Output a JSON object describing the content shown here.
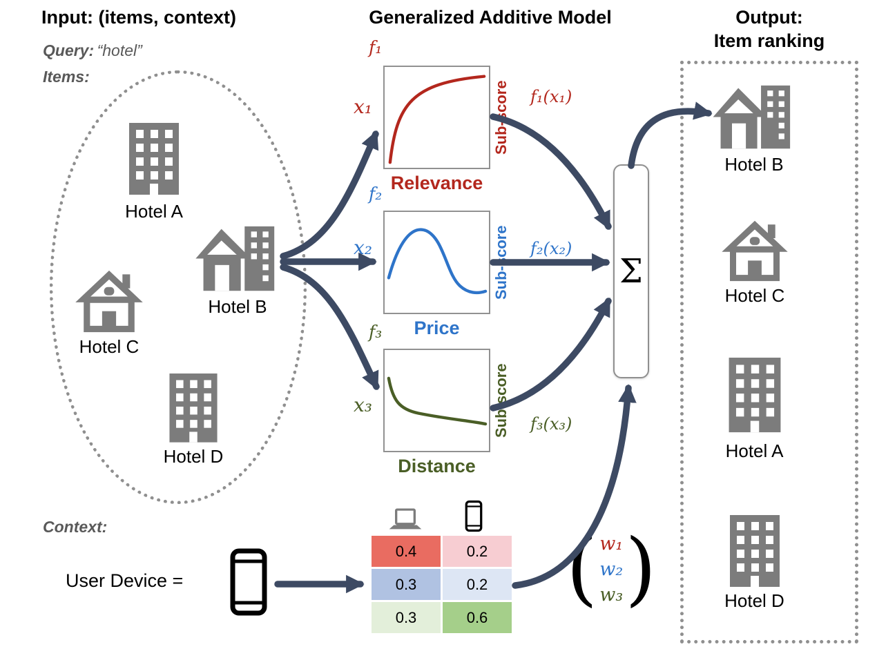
{
  "header": {
    "input_title": "Input: (items, context)",
    "model_title": "Generalized Additive Model",
    "output_title": "Output:",
    "output_subtitle": "Item ranking"
  },
  "input": {
    "query_label": "Query:",
    "query_value": "“hotel”",
    "items_label": "Items:",
    "hotels": [
      {
        "name": "Hotel A",
        "icon": "building-icon"
      },
      {
        "name": "Hotel B",
        "icon": "house-building-icon"
      },
      {
        "name": "Hotel C",
        "icon": "house-icon"
      },
      {
        "name": "Hotel D",
        "icon": "building-icon"
      }
    ]
  },
  "model": {
    "functions": [
      {
        "f_label": "f₁",
        "input_label": "x₁",
        "output_label": "f₁(x₁)",
        "axis_label": "Sub-score",
        "feature": "Relevance",
        "curve_shape": "increasing-concave",
        "color": "#b3271d"
      },
      {
        "f_label": "f₂",
        "input_label": "x₂",
        "output_label": "f₂(x₂)",
        "axis_label": "Sub-score",
        "feature": "Price",
        "curve_shape": "bell-peak-then-decline",
        "color": "#2e74c9"
      },
      {
        "f_label": "f₃",
        "input_label": "x₃",
        "output_label": "f₃(x₃)",
        "axis_label": "Sub-score",
        "feature": "Distance",
        "curve_shape": "decreasing-convex",
        "color": "#4a5e26"
      }
    ],
    "sum_label": "Σ"
  },
  "context": {
    "section_label": "Context:",
    "device_label": "User Device =",
    "weight_table": {
      "column_icons": [
        "laptop-icon",
        "phone-icon"
      ],
      "rows": [
        [
          "0.4",
          "0.2"
        ],
        [
          "0.3",
          "0.2"
        ],
        [
          "0.3",
          "0.6"
        ]
      ],
      "cell_colors": [
        [
          "#e96c61",
          "#f7cdd2"
        ],
        [
          "#b0c2e2",
          "#dde6f4"
        ],
        [
          "#e3efda",
          "#a5cf8a"
        ]
      ]
    },
    "paren_open": "(",
    "paren_close": ")",
    "weights": [
      "w₁",
      "w₂",
      "w₃"
    ]
  },
  "output": {
    "ranking": [
      {
        "name": "Hotel B",
        "icon": "house-building-icon"
      },
      {
        "name": "Hotel C",
        "icon": "house-icon"
      },
      {
        "name": "Hotel A",
        "icon": "building-icon"
      },
      {
        "name": "Hotel D",
        "icon": "building-icon"
      }
    ]
  },
  "colors": {
    "arrow": "#3d4a63",
    "relevance": "#b3271d",
    "price": "#2e74c9",
    "distance": "#4a5e26",
    "icon_gray": "#7c7c7c",
    "dotted_border": "#8f8f8f"
  }
}
